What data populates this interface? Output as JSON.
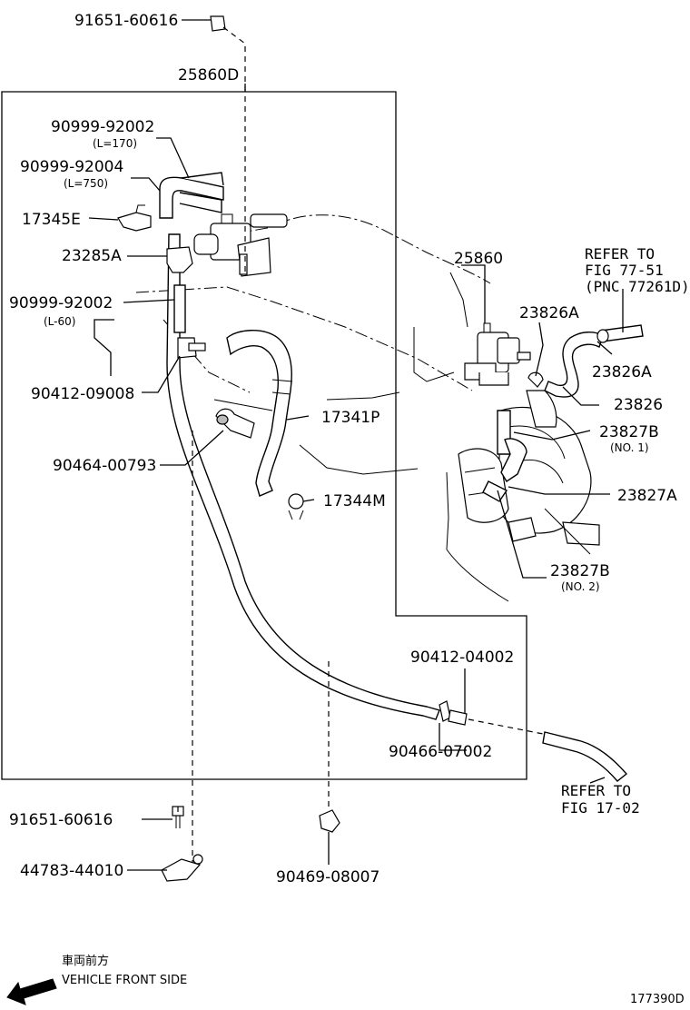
{
  "labels": {
    "p91651_top": "91651-60616",
    "p25860D": "25860D",
    "p90999_92002a": "90999-92002",
    "p90999_92002a_len": "(L=170)",
    "p90999_92004": "90999-92004",
    "p90999_92004_len": "(L=750)",
    "p17345E": "17345E",
    "p23285A": "23285A",
    "p90999_92002b": "90999-92002",
    "p90999_92002b_len": "(L-60)",
    "p90412_09008": "90412-09008",
    "p90464_00793": "90464-00793",
    "p25860": "25860",
    "p23826A_a": "23826A",
    "p23826A_b": "23826A",
    "p23826": "23826",
    "p17341P": "17341P",
    "p23827B_1": "23827B",
    "p23827B_1_note": "(NO. 1)",
    "p23827A": "23827A",
    "p17344M": "17344M",
    "p23827B_2": "23827B",
    "p23827B_2_note": "(NO. 2)",
    "p90412_04002": "90412-04002",
    "p90466_07002": "90466-07002",
    "p91651_bottom": "91651-60616",
    "p44783_44010": "44783-44010",
    "p90469_08007": "90469-08007",
    "refer_77_line1": "REFER TO",
    "refer_77_line2": "FIG 77-51",
    "refer_77_line3": "(PNC 77261D)",
    "refer_17_line1": "REFER TO",
    "refer_17_line2": "FIG 17-02"
  },
  "legend": {
    "japanese": "車両前方",
    "english": "VEHICLE FRONT SIDE"
  },
  "figure_id": "177390D"
}
